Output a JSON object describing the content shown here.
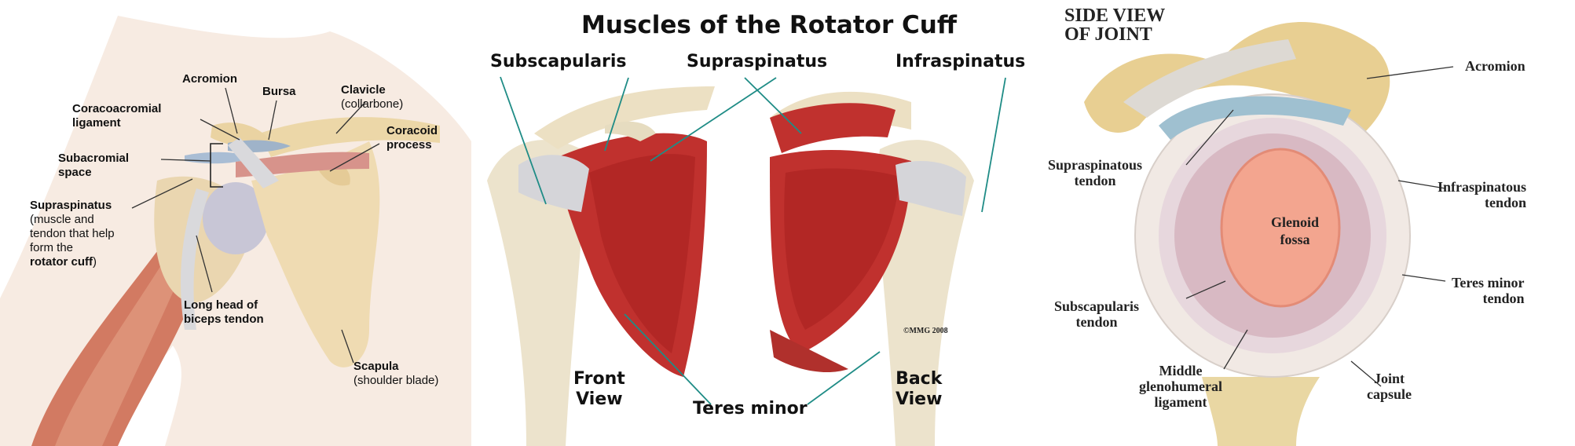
{
  "left_panel": {
    "acromion": "Acromion",
    "bursa": "Bursa",
    "clavicle": "Clavicle",
    "clavicle_sub": "(collarbone)",
    "coracoacromial_1": "Coracoacromial",
    "coracoacromial_2": "ligament",
    "coracoid_1": "Coracoid",
    "coracoid_2": "process",
    "subacromial_1": "Subacromial",
    "subacromial_2": "space",
    "supraspinatus": "Supraspinatus",
    "supra_sub_1": "(muscle and",
    "supra_sub_2": "tendon that help",
    "supra_sub_3": "form the",
    "supra_sub_4": "rotator cuff",
    "supra_sub_5": ")",
    "biceps_1": "Long head of",
    "biceps_2": "biceps tendon",
    "scapula": "Scapula",
    "scapula_sub": "(shoulder blade)"
  },
  "middle_panel": {
    "title": "Muscles of the Rotator Cuff",
    "subscapularis": "Subscapularis",
    "supraspinatus": "Supraspinatus",
    "infraspinatus": "Infraspinatus",
    "front_1": "Front",
    "front_2": "View",
    "back_1": "Back",
    "back_2": "View",
    "teres_minor": "Teres minor",
    "copyright": "©MMG 2008"
  },
  "right_panel": {
    "title_1": "SIDE VIEW",
    "title_2": "OF JOINT",
    "acromion": "Acromion",
    "supraspinatous_1": "Supraspinatous",
    "supraspinatous_2": "tendon",
    "infraspinatous_1": "Infraspinatous",
    "infraspinatous_2": "tendon",
    "glenoid_1": "Glenoid",
    "glenoid_2": "fossa",
    "teres_1": "Teres  minor",
    "teres_2": "tendon",
    "subscapularis_1": "Subscapularis",
    "subscapularis_2": "tendon",
    "middle_1": "Middle",
    "middle_2": "glenohumeral",
    "middle_3": "ligament",
    "joint_1": "Joint",
    "joint_2": "capsule"
  },
  "colors": {
    "bone": "#eedcb4",
    "muscle": "#c0312e",
    "tendon": "#d9d9dc",
    "pointer_teal": "#1f8c86",
    "bursa_blue": "#9fb3c9"
  }
}
